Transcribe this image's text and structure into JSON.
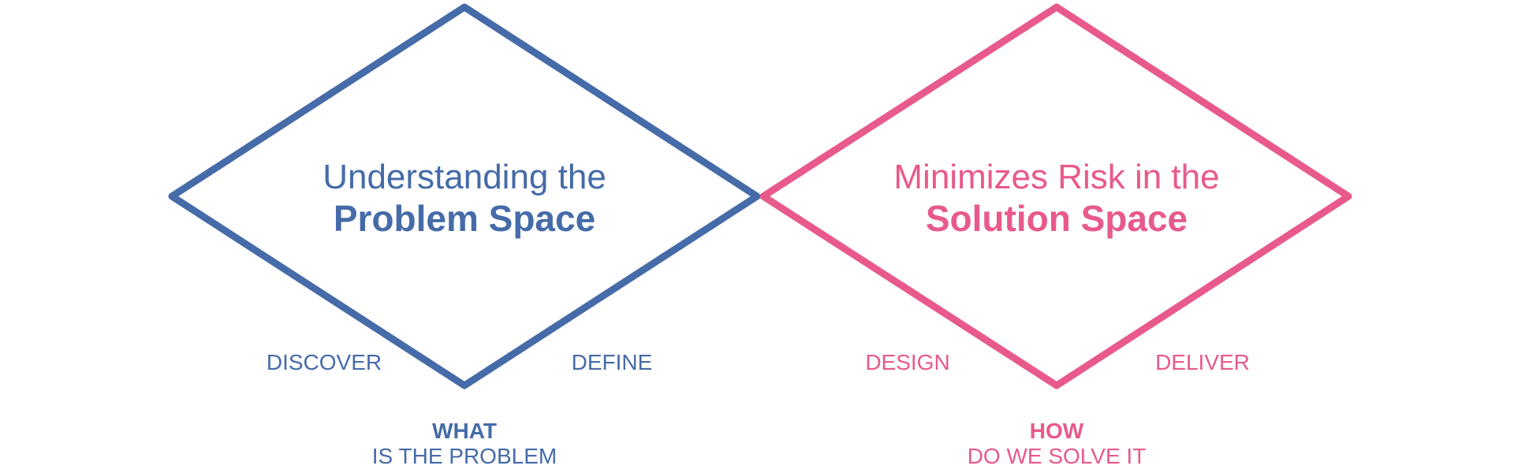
{
  "colors": {
    "problem": "#456ba8",
    "solution": "#e8598c",
    "background": "#ffffff"
  },
  "problem": {
    "title_line1": "Understanding the",
    "title_line2": "Problem Space",
    "phase_left": "DISCOVER",
    "phase_right": "DEFINE",
    "question_bold": "WHAT",
    "question_rest": "IS THE PROBLEM"
  },
  "solution": {
    "title_line1": "Minimizes Risk in the",
    "title_line2": "Solution Space",
    "phase_left": "DESIGN",
    "phase_right": "DELIVER",
    "question_bold": "HOW",
    "question_rest": "DO WE SOLVE IT"
  }
}
